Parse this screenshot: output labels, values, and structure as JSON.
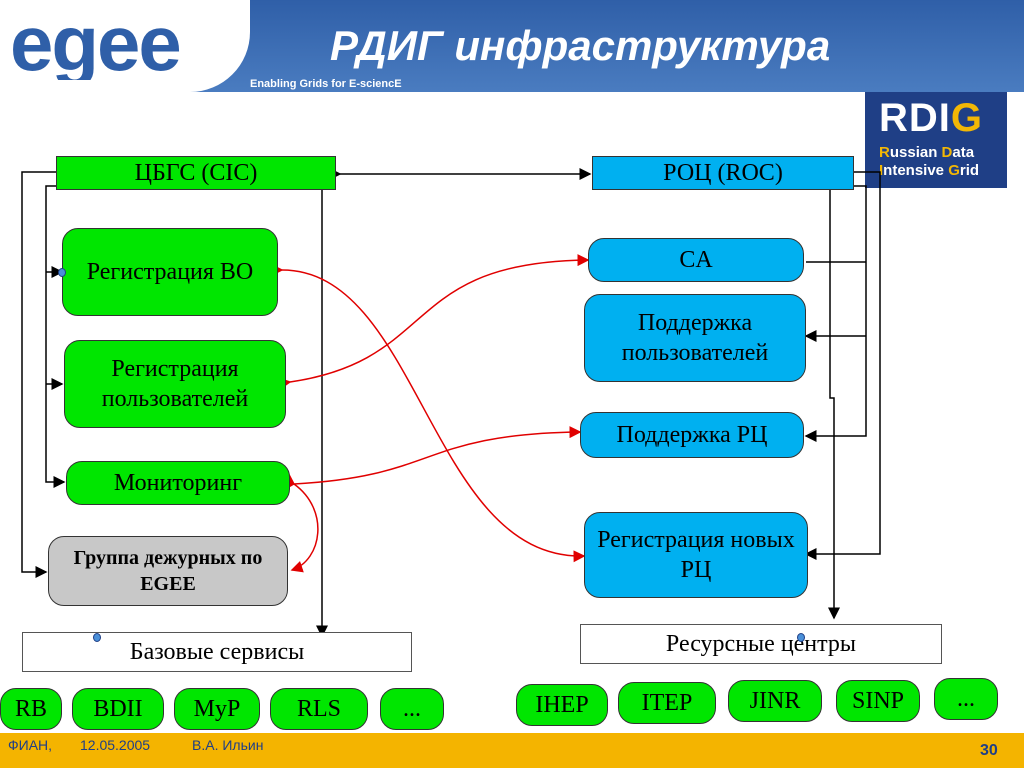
{
  "header": {
    "logo_text": "egee",
    "tagline": "Enabling Grids for E-sciencE",
    "title": "РДИГ инфраструктура"
  },
  "rdig_logo": {
    "big_text_a": "RDI",
    "big_text_b": "G",
    "line1_a": "R",
    "line1_b": "ussian ",
    "line1_c": "D",
    "line1_d": "ata",
    "line2_a": "I",
    "line2_b": "ntensive ",
    "line2_c": "G",
    "line2_d": "rid"
  },
  "left_column": {
    "cic": "ЦБГС (CIC)",
    "vo_registration": "Регистрация ВО",
    "user_registration": "Регистрация пользователей",
    "monitoring": "Мониторинг",
    "duty_group": "Группа дежурных по EGEE",
    "base_services": "Базовые сервисы"
  },
  "right_column": {
    "roc": "РОЦ (ROC)",
    "ca": "CA",
    "user_support": "Поддержка пользователей",
    "rc_support": "Поддержка РЦ",
    "new_rc_registration": "Регистрация новых РЦ",
    "resource_centers": "Ресурсные центры"
  },
  "services": [
    "RB",
    "BDII",
    "MyP",
    "RLS",
    "..."
  ],
  "centers": [
    "IHEP",
    "ITEP",
    "JINR",
    "SINP",
    "..."
  ],
  "footer": {
    "org": "ФИАН,",
    "date": "12.05.2005",
    "author": "В.А. Ильин",
    "page": "30"
  },
  "colors": {
    "header_blue": "#2f5fa8",
    "green_box": "#00e600",
    "blue_box": "#00b0f0",
    "footer_gold": "#f4b400",
    "arrow_red": "#e00000"
  }
}
